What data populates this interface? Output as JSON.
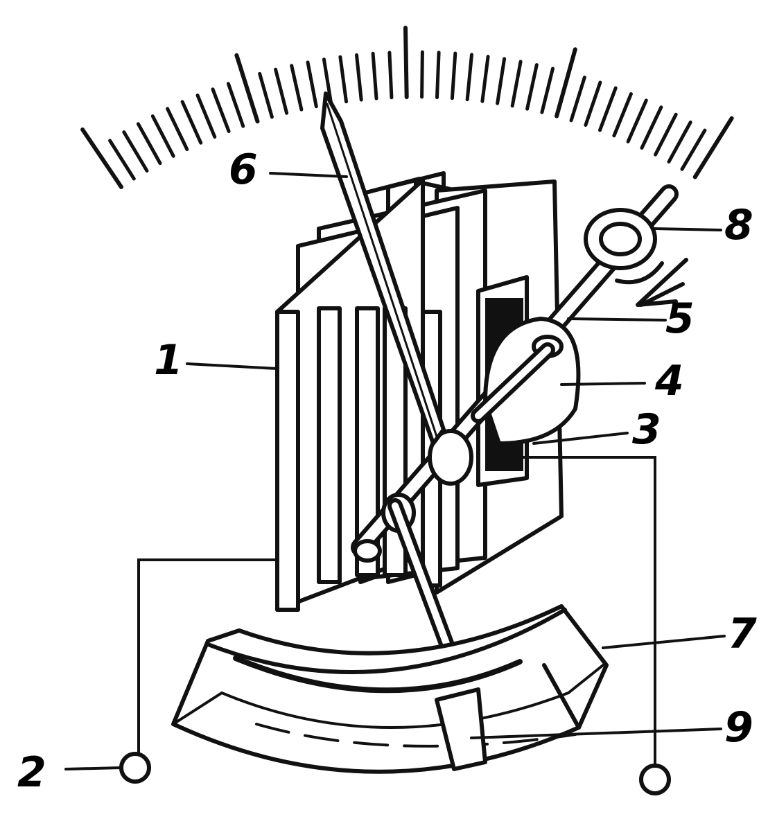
{
  "labels": {
    "plates": "1",
    "terminal_left": "2",
    "part_3": "3",
    "part_4": "4",
    "part_5": "5",
    "pointer": "6",
    "damper_chamber": "7",
    "axle_end": "8",
    "damper_vane": "9"
  },
  "colors": {
    "ink": "#111111",
    "paper": "#ffffff"
  },
  "scale": {
    "tick_count": 41,
    "start_angle_deg": 236,
    "end_angle_deg": 302
  }
}
